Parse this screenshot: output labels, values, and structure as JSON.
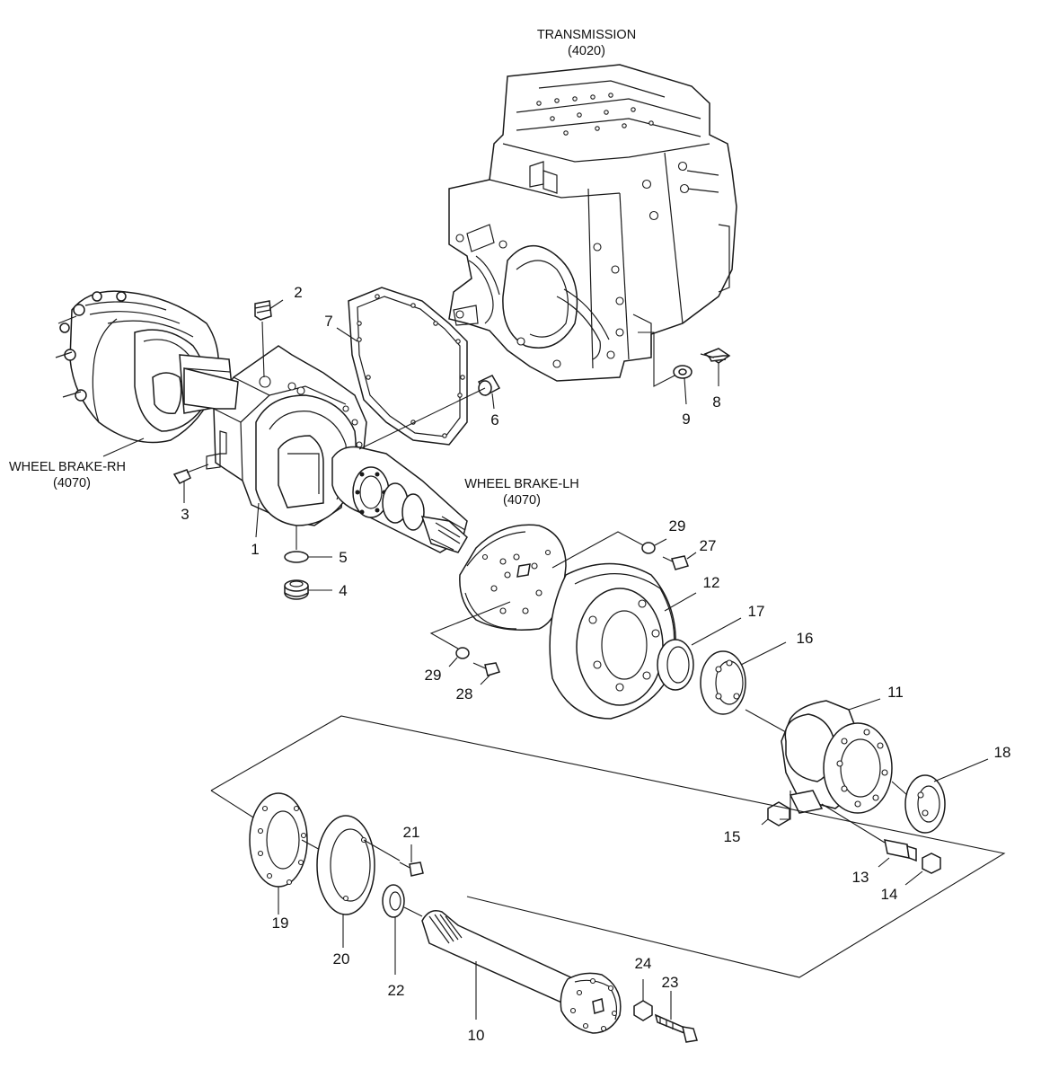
{
  "assembly_titles": {
    "transmission": {
      "name": "TRANSMISSION",
      "code": "(4020)"
    },
    "wheel_brake_rh": {
      "name": "WHEEL BRAKE-RH",
      "code": "(4070)"
    },
    "wheel_brake_lh": {
      "name": "WHEEL BRAKE-LH",
      "code": "(4070)"
    }
  },
  "callouts": [
    {
      "id": "1",
      "text": "1"
    },
    {
      "id": "2",
      "text": "2"
    },
    {
      "id": "3",
      "text": "3"
    },
    {
      "id": "4",
      "text": "4"
    },
    {
      "id": "5",
      "text": "5"
    },
    {
      "id": "6",
      "text": "6"
    },
    {
      "id": "7",
      "text": "7"
    },
    {
      "id": "8",
      "text": "8"
    },
    {
      "id": "9",
      "text": "9"
    },
    {
      "id": "10",
      "text": "10"
    },
    {
      "id": "11",
      "text": "11"
    },
    {
      "id": "12",
      "text": "12"
    },
    {
      "id": "13",
      "text": "13"
    },
    {
      "id": "14",
      "text": "14"
    },
    {
      "id": "15",
      "text": "15"
    },
    {
      "id": "16",
      "text": "16"
    },
    {
      "id": "17",
      "text": "17"
    },
    {
      "id": "18",
      "text": "18"
    },
    {
      "id": "19",
      "text": "19"
    },
    {
      "id": "20",
      "text": "20"
    },
    {
      "id": "21",
      "text": "21"
    },
    {
      "id": "22",
      "text": "22"
    },
    {
      "id": "23",
      "text": "23"
    },
    {
      "id": "24",
      "text": "24"
    },
    {
      "id": "27",
      "text": "27"
    },
    {
      "id": "28",
      "text": "28"
    },
    {
      "id": "29a",
      "text": "29"
    },
    {
      "id": "29b",
      "text": "29"
    }
  ]
}
